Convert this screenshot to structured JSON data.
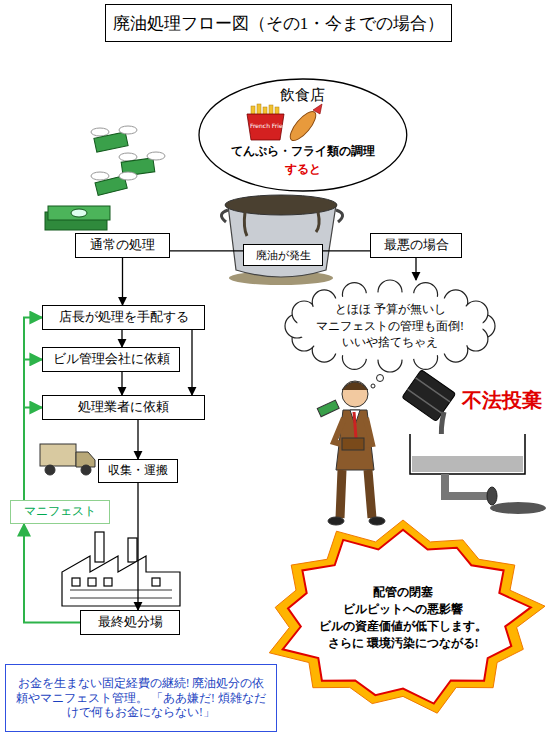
{
  "diagram": {
    "title": "廃油処理フロー図（その1・今までの場合）",
    "nodes": [
      {
        "text": [
          "飲食店",
          "てんぷら・フライ類の調理",
          "すると"
        ]
      },
      {
        "text": [
          "廃油が発生"
        ]
      },
      {
        "text": [
          "通常の処理"
        ]
      },
      {
        "text": [
          "最悪の場合"
        ]
      },
      {
        "text": [
          "店長が処理を手配する"
        ]
      },
      {
        "text": [
          "ビル管理会社に依頼"
        ]
      },
      {
        "text": [
          "処理業者に依頼"
        ]
      },
      {
        "text": [
          "収集・運搬"
        ]
      },
      {
        "text": [
          "マニフェスト"
        ]
      },
      {
        "text": [
          "最終処分場"
        ]
      },
      {
        "text": [
          "とほほ 予算が無いし マニフェストの管理も面倒! いいや捨てちゃえ"
        ]
      },
      {
        "text": [
          "配管の閉塞 ビルピットへの悪影響 ビルの資産価値が低下します。 さらに 環境汚染につながる!"
        ]
      },
      {
        "text": [
          "お金を生まない固定経費の継続! 廃油処分の依頼やマニフェスト管理。 「ああ嫌だ! 煩雑なだけで何もお金にならない!」"
        ]
      }
    ],
    "edges": [
      {
        "from": 1,
        "to": 2,
        "arrow": "none"
      },
      {
        "from": 1,
        "to": 3,
        "arrow": "none"
      },
      {
        "from": 2,
        "to": 4,
        "arrow": "to"
      },
      {
        "from": 3,
        "to": 10,
        "arrow": "to"
      },
      {
        "from": 4,
        "to": 5,
        "arrow": "to"
      },
      {
        "from": 4,
        "to": 6,
        "arrow": "to"
      },
      {
        "from": 5,
        "to": 6,
        "arrow": "to"
      },
      {
        "from": 6,
        "to": 7,
        "arrow": "to"
      },
      {
        "from": 7,
        "to": 9,
        "arrow": "to"
      },
      {
        "from": 9,
        "to": 8,
        "arrow": "to"
      },
      {
        "from": 8,
        "to": 4,
        "arrow": "to"
      },
      {
        "from": 8,
        "to": 5,
        "arrow": "to"
      },
      {
        "from": 8,
        "to": 6,
        "arrow": "to"
      }
    ],
    "labels": [
      "不法投棄",
      "French Fries"
    ]
  }
}
